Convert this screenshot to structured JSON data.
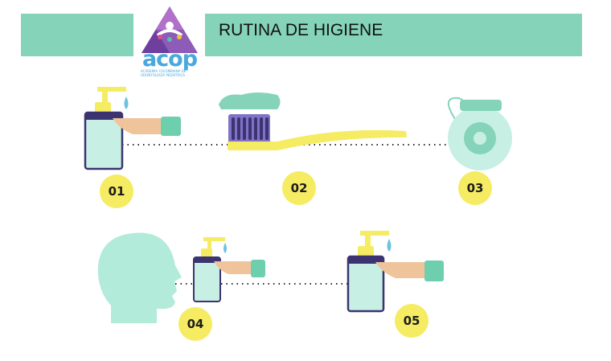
{
  "header": {
    "title": "RUTINA DE HIGIENE",
    "logo_word": "acop",
    "logo_subtitle": "ACADEMIA COLOMBIANA DE ODONTOLOGÍA PEDIÁTRICA"
  },
  "steps": [
    {
      "number": "01",
      "icon": "hand-soap-dispenser-icon"
    },
    {
      "number": "02",
      "icon": "toothbrush-icon"
    },
    {
      "number": "03",
      "icon": "dental-floss-icon"
    },
    {
      "number": "04",
      "icon": "rinse-mouth-icon"
    },
    {
      "number": "05",
      "icon": "hand-soap-dispenser-icon"
    }
  ],
  "colors": {
    "banner": "#85d4ba",
    "mint": "#c8efe4",
    "bottle_cap": "#3b3470",
    "accent_yellow": "#f5ec63",
    "brush_bristles": "#7f72c7",
    "hand": "#f0c49a",
    "cuff": "#6ecfae",
    "water_drop": "#6cc3e0"
  }
}
